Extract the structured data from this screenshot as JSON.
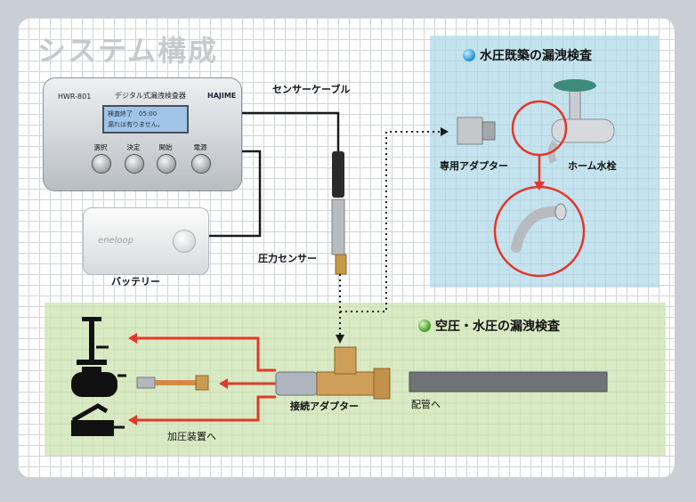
{
  "title": "システム構成",
  "zones": {
    "building": {
      "label": "水圧既築の漏洩検査",
      "color": "#add8e8"
    },
    "piping": {
      "label": "空圧・水圧の漏洩検査",
      "color": "#cde4b2"
    }
  },
  "device": {
    "model": "HWR-801",
    "name": "デジタル式漏洩検査器",
    "brand": "HAJIME",
    "screen_line1": "検査終了　05:00",
    "screen_line2": "漏れは有りません。",
    "buttons": [
      "選択",
      "決定",
      "開始",
      "電源"
    ]
  },
  "battery": {
    "brand_text": "eneloop"
  },
  "labels": {
    "sensor_cable": "センサーケーブル",
    "battery": "バッテリー",
    "pressure_sensor": "圧力センサー",
    "adapter": "専用アダプター",
    "faucet": "ホーム水栓",
    "connection_adapter": "接続アダプター",
    "pipe": "配管へ",
    "pressurizer": "加圧装置へ"
  },
  "colors": {
    "arrow": "#e03a2a",
    "highlight_ring": "#e5352a",
    "wire": "#1a1a1a"
  }
}
